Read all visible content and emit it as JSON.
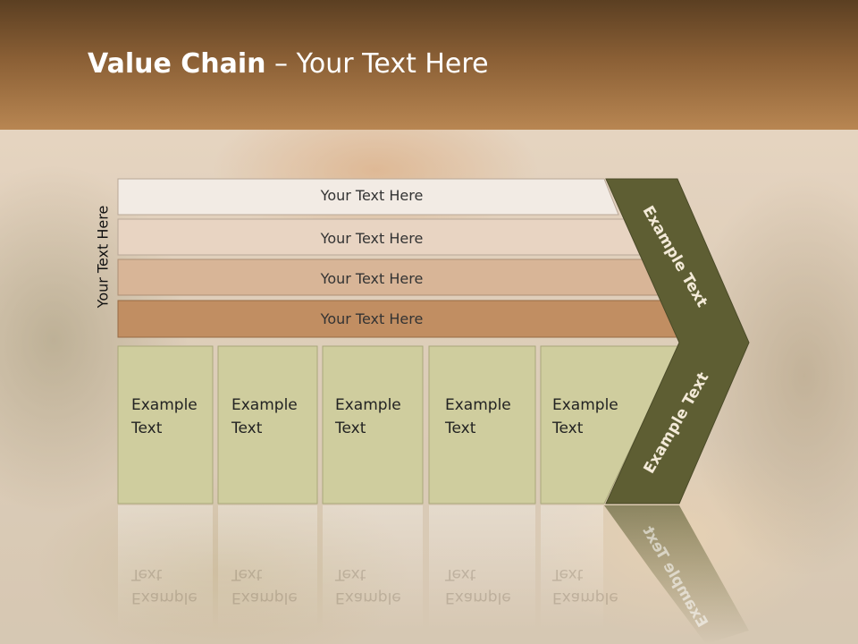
{
  "slide": {
    "title_bold": "Value Chain",
    "title_rest": " – Your Text Here",
    "side_label": "Your Text Here"
  },
  "rows": [
    {
      "label": "Your Text Here"
    },
    {
      "label": "Your Text Here"
    },
    {
      "label": "Your Text Here"
    },
    {
      "label": "Your Text Here"
    }
  ],
  "boxes": [
    {
      "line1": "Example",
      "line2": "Text"
    },
    {
      "line1": "Example",
      "line2": "Text"
    },
    {
      "line1": "Example",
      "line2": "Text"
    },
    {
      "line1": "Example",
      "line2": "Text"
    },
    {
      "line1": "Example",
      "line2": "Text"
    }
  ],
  "chevron": {
    "top_label": "Example Text",
    "bottom_label": "Example Text"
  },
  "colors": {
    "header_dark": "#5b3f22",
    "chevron": "#5e5e33",
    "box_fill": "#cfcd9e",
    "row_fills": [
      "#f2ebe4",
      "#e8d4c2",
      "#d8b597",
      "#c18e62"
    ]
  }
}
